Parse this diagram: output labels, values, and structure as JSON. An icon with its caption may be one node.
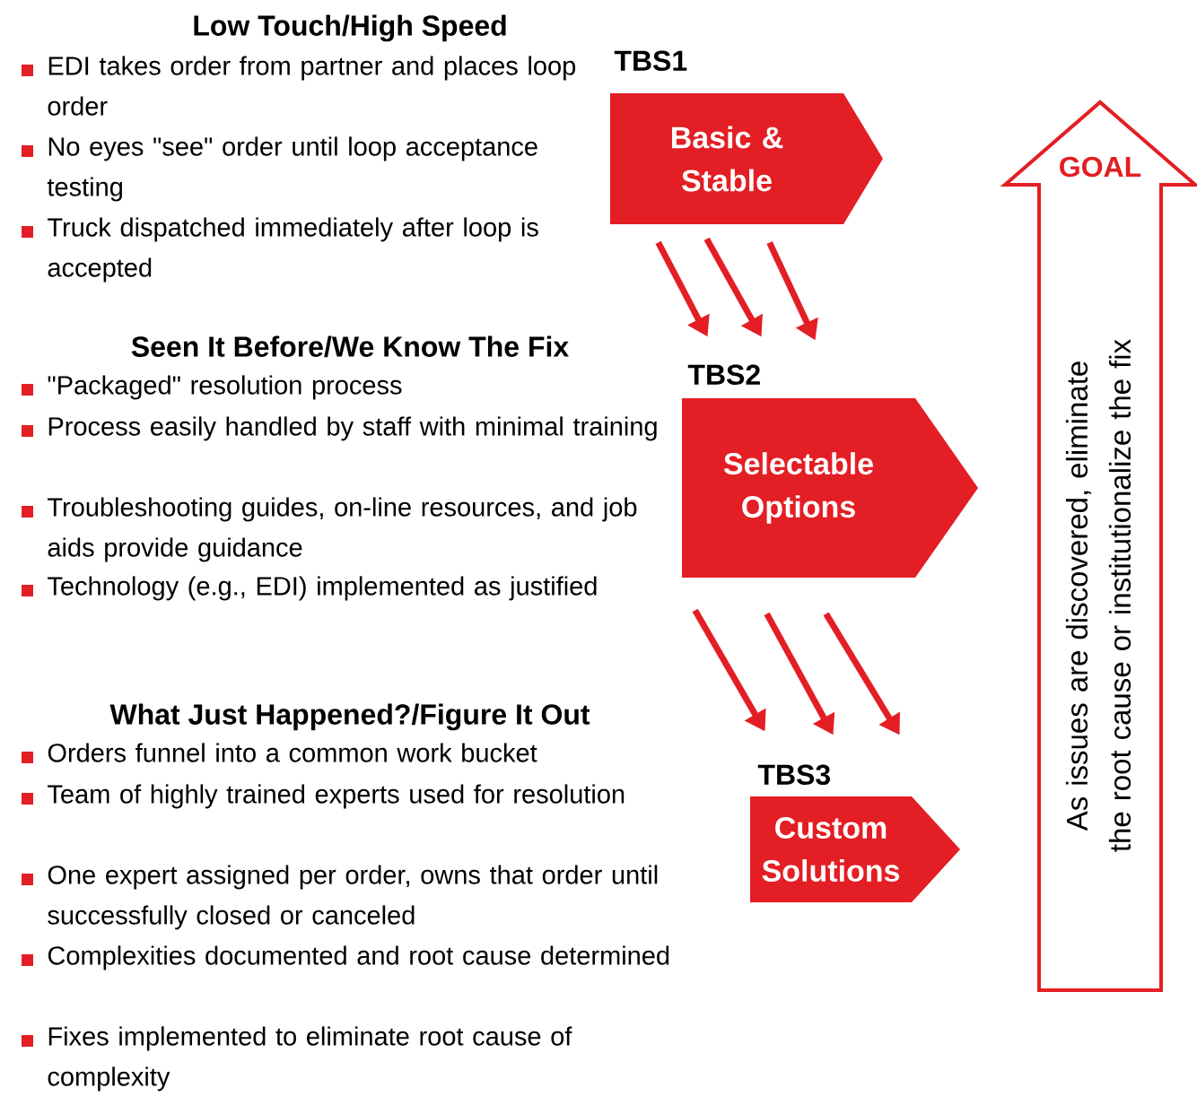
{
  "diagram": {
    "nodes": [
      {
        "text": [
          "TBS1",
          "Basic & Stable"
        ]
      },
      {
        "text": [
          "TBS2",
          "Selectable Options"
        ]
      },
      {
        "text": [
          "TBS3",
          "Custom Solutions"
        ]
      },
      {
        "text": [
          "GOAL",
          "As issues are discovered, eliminate the root cause or institutionalize the fix"
        ]
      }
    ],
    "edges": [
      {
        "from": 0,
        "to": 1,
        "arrow": "to"
      },
      {
        "from": 0,
        "to": 1,
        "arrow": "to"
      },
      {
        "from": 0,
        "to": 1,
        "arrow": "to"
      },
      {
        "from": 1,
        "to": 2,
        "arrow": "to"
      },
      {
        "from": 1,
        "to": 2,
        "arrow": "to"
      },
      {
        "from": 1,
        "to": 2,
        "arrow": "to"
      }
    ],
    "labels": [
      "Low Touch/High Speed",
      "EDI takes order from partner and places loop order",
      "No eyes \"see\" order until loop acceptance testing",
      "Truck dispatched immediately after loop is accepted",
      "Seen It Before/We Know The Fix",
      "\"Packaged\" resolution process",
      "Process easily handled by staff with minimal training",
      "Troubleshooting guides, on-line resources, and job aids provide guidance",
      "Technology (e.g., EDI) implemented as justified",
      "What Just Happened?/Figure It Out",
      "Orders funnel into a common work bucket",
      "Team of highly trained experts used for resolution",
      "One expert assigned per order, owns that order until successfully closed or canceled",
      "Complexities documented and root cause determined",
      "Fixes implemented to eliminate root cause of complexity"
    ]
  }
}
